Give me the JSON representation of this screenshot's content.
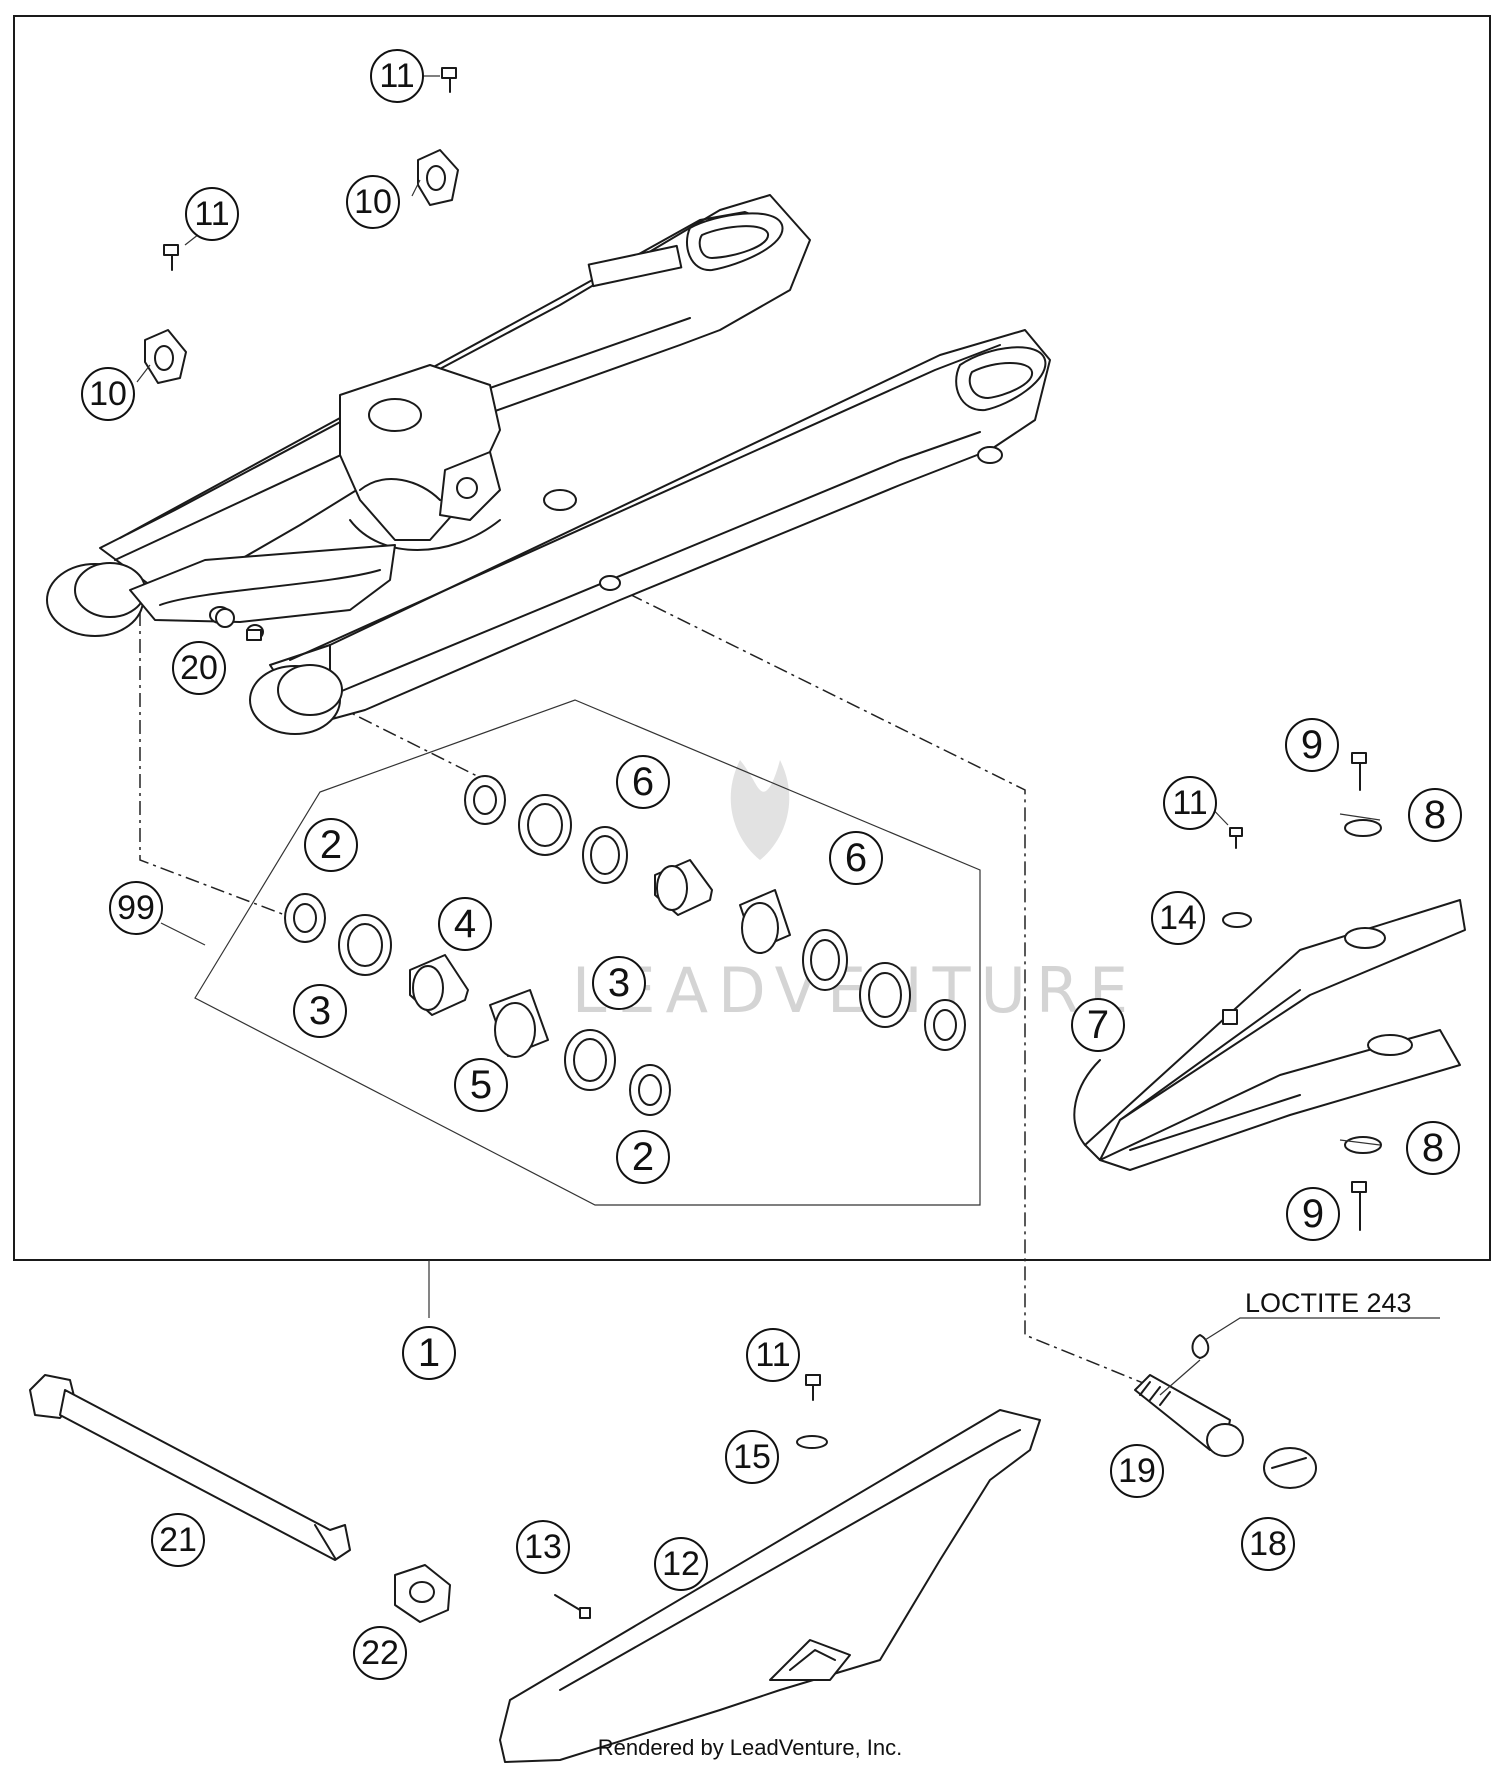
{
  "callouts": [
    {
      "id": "c11a",
      "label": "11"
    },
    {
      "id": "c10a",
      "label": "10"
    },
    {
      "id": "c11b",
      "label": "11"
    },
    {
      "id": "c10b",
      "label": "10"
    },
    {
      "id": "c20",
      "label": "20"
    },
    {
      "id": "c6a",
      "label": "6"
    },
    {
      "id": "c6b",
      "label": "6"
    },
    {
      "id": "c2a",
      "label": "2"
    },
    {
      "id": "c4",
      "label": "4"
    },
    {
      "id": "c99",
      "label": "99"
    },
    {
      "id": "c3a",
      "label": "3"
    },
    {
      "id": "c3b",
      "label": "3"
    },
    {
      "id": "c5",
      "label": "5"
    },
    {
      "id": "c2b",
      "label": "2"
    },
    {
      "id": "c9a",
      "label": "9"
    },
    {
      "id": "c11c",
      "label": "11"
    },
    {
      "id": "c8a",
      "label": "8"
    },
    {
      "id": "c14",
      "label": "14"
    },
    {
      "id": "c7",
      "label": "7"
    },
    {
      "id": "c8b",
      "label": "8"
    },
    {
      "id": "c9b",
      "label": "9"
    },
    {
      "id": "c1",
      "label": "1"
    },
    {
      "id": "c11d",
      "label": "11"
    },
    {
      "id": "c15",
      "label": "15"
    },
    {
      "id": "c19",
      "label": "19"
    },
    {
      "id": "c18",
      "label": "18"
    },
    {
      "id": "c21",
      "label": "21"
    },
    {
      "id": "c13",
      "label": "13"
    },
    {
      "id": "c12",
      "label": "12"
    },
    {
      "id": "c22",
      "label": "22"
    }
  ],
  "note": "LOCTITE 243",
  "watermark": "LEADVENTURE",
  "credit": "Rendered by LeadVenture, Inc."
}
